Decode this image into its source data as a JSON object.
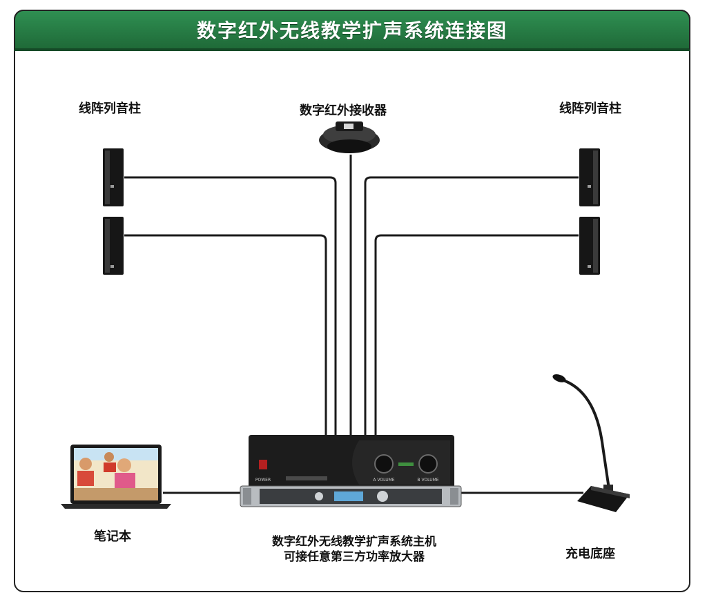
{
  "title": "数字红外无线教学扩声系统连接图",
  "labels": {
    "speaker_left": "线阵列音柱",
    "speaker_right": "线阵列音柱",
    "receiver": "数字红外接收器",
    "laptop": "笔记本",
    "host_line1": "数字红外无线教学扩声系统主机",
    "host_line2": "可接任意第三方功率放大器",
    "dock": "充电底座"
  },
  "device_text": {
    "amp_left_knob": "A VOLUME",
    "amp_right_knob": "B VOLUME",
    "amp_power": "POWER"
  },
  "colors": {
    "header": "#1f6a38",
    "cable": "#1a1a1a",
    "device": "#1c1c1c"
  }
}
